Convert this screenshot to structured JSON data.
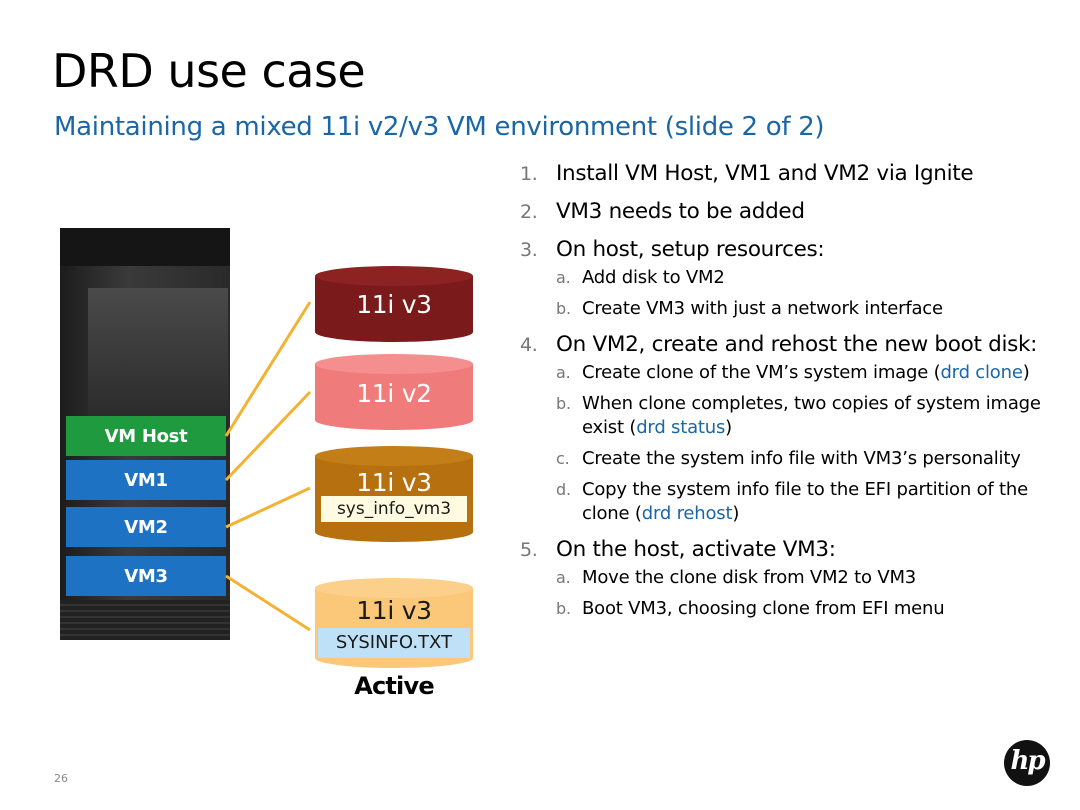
{
  "slide": {
    "title": "DRD use case",
    "subtitle": "Maintaining a mixed 11i v2/v3 VM environment (slide 2 of 2)",
    "page_number": "26",
    "logo_text": "hp"
  },
  "diagram": {
    "vm_boxes": [
      "VM Host",
      "VM1",
      "VM2",
      "VM3"
    ],
    "disks": [
      {
        "label": "11i v3"
      },
      {
        "label": "11i v2"
      },
      {
        "label": "11i v3",
        "file": "sys_info_vm3"
      },
      {
        "label": "11i v3",
        "file": "SYSINFO.TXT"
      }
    ],
    "active_label": "Active",
    "colors": {
      "vm_host": "#1f9a3e",
      "vm": "#1e72c4",
      "connector": "#f4b233",
      "disk1": "#7a1a1a",
      "disk2": "#ef7b7b",
      "disk3": "#b7700f",
      "disk4": "#fbc779"
    }
  },
  "steps": [
    {
      "num": "1.",
      "text": "Install VM Host, VM1 and VM2 via Ignite"
    },
    {
      "num": "2.",
      "text": "VM3 needs to be added"
    },
    {
      "num": "3.",
      "text": "On host, setup resources:",
      "subs": [
        {
          "num": "a.",
          "text": "Add disk to VM2"
        },
        {
          "num": "b.",
          "text": "Create VM3 with just a network interface"
        }
      ]
    },
    {
      "num": "4.",
      "text": "On VM2, create and rehost the new boot disk:",
      "subs": [
        {
          "num": "a.",
          "pre": "Create clone of the VM’s system image (",
          "cmd": "drd clone",
          "post": ")"
        },
        {
          "num": "b.",
          "pre": "When clone completes, two copies of system image exist (",
          "cmd": "drd status",
          "post": ")"
        },
        {
          "num": "c.",
          "text": "Create the system info file with VM3’s personality"
        },
        {
          "num": "d.",
          "pre": "Copy the system info file to the EFI partition of the clone (",
          "cmd": "drd rehost",
          "post": ")"
        }
      ]
    },
    {
      "num": "5.",
      "text": "On the host, activate VM3:",
      "subs": [
        {
          "num": "a.",
          "text": "Move the clone disk from VM2 to VM3"
        },
        {
          "num": "b.",
          "text": "Boot VM3, choosing clone from EFI menu"
        }
      ]
    }
  ]
}
